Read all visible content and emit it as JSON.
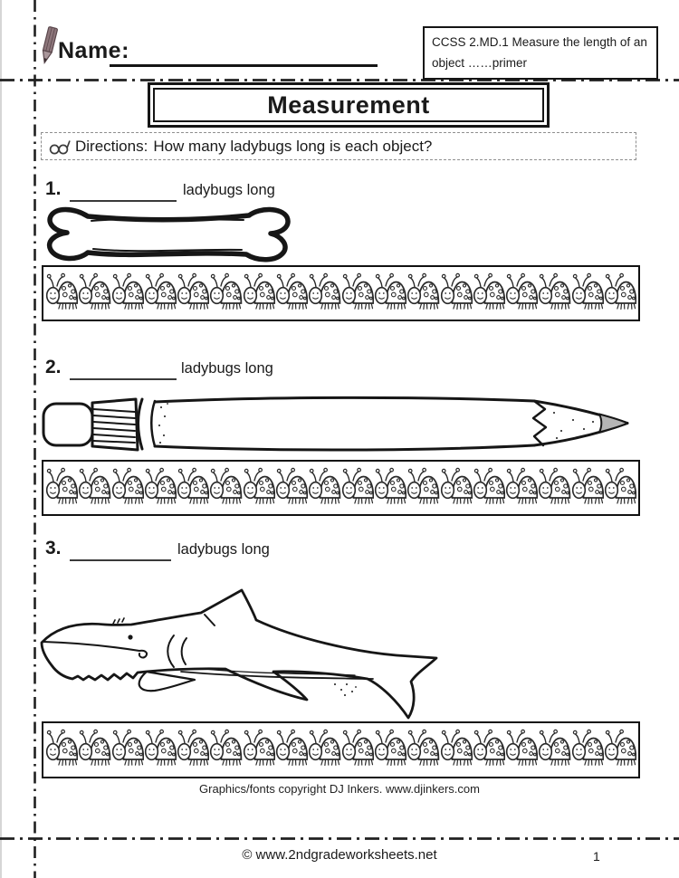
{
  "header": {
    "name_label": "Name:",
    "ccss": {
      "line1": "CCSS  2.MD.1 Measure the length of an",
      "line2": "object ……primer"
    }
  },
  "title": "Measurement",
  "directions": {
    "label": "Directions:",
    "text": "How many ladybugs long is each object?"
  },
  "items": [
    {
      "number": "1.",
      "suffix": "ladybugs long",
      "object": "bone",
      "ladybug_count": 18
    },
    {
      "number": "2.",
      "suffix": "ladybugs long",
      "object": "pencil",
      "ladybug_count": 18
    },
    {
      "number": "3.",
      "suffix": "ladybugs long",
      "object": "shark",
      "ladybug_count": 18
    }
  ],
  "footer": {
    "credit": "Graphics/fonts copyright DJ Inkers. www.djinkers.com",
    "site": "© www.2ndgradeworksheets.net",
    "page_number": "1"
  },
  "icons": {
    "pencil": "pencil-icon",
    "glasses": "glasses-icon",
    "ladybug": "ladybug-icon"
  },
  "colors": {
    "ink": "#1a1a1a",
    "graphite": "#b5b5b5",
    "pencil_icon_fill": "#8d767b",
    "paper": "#ffffff"
  }
}
